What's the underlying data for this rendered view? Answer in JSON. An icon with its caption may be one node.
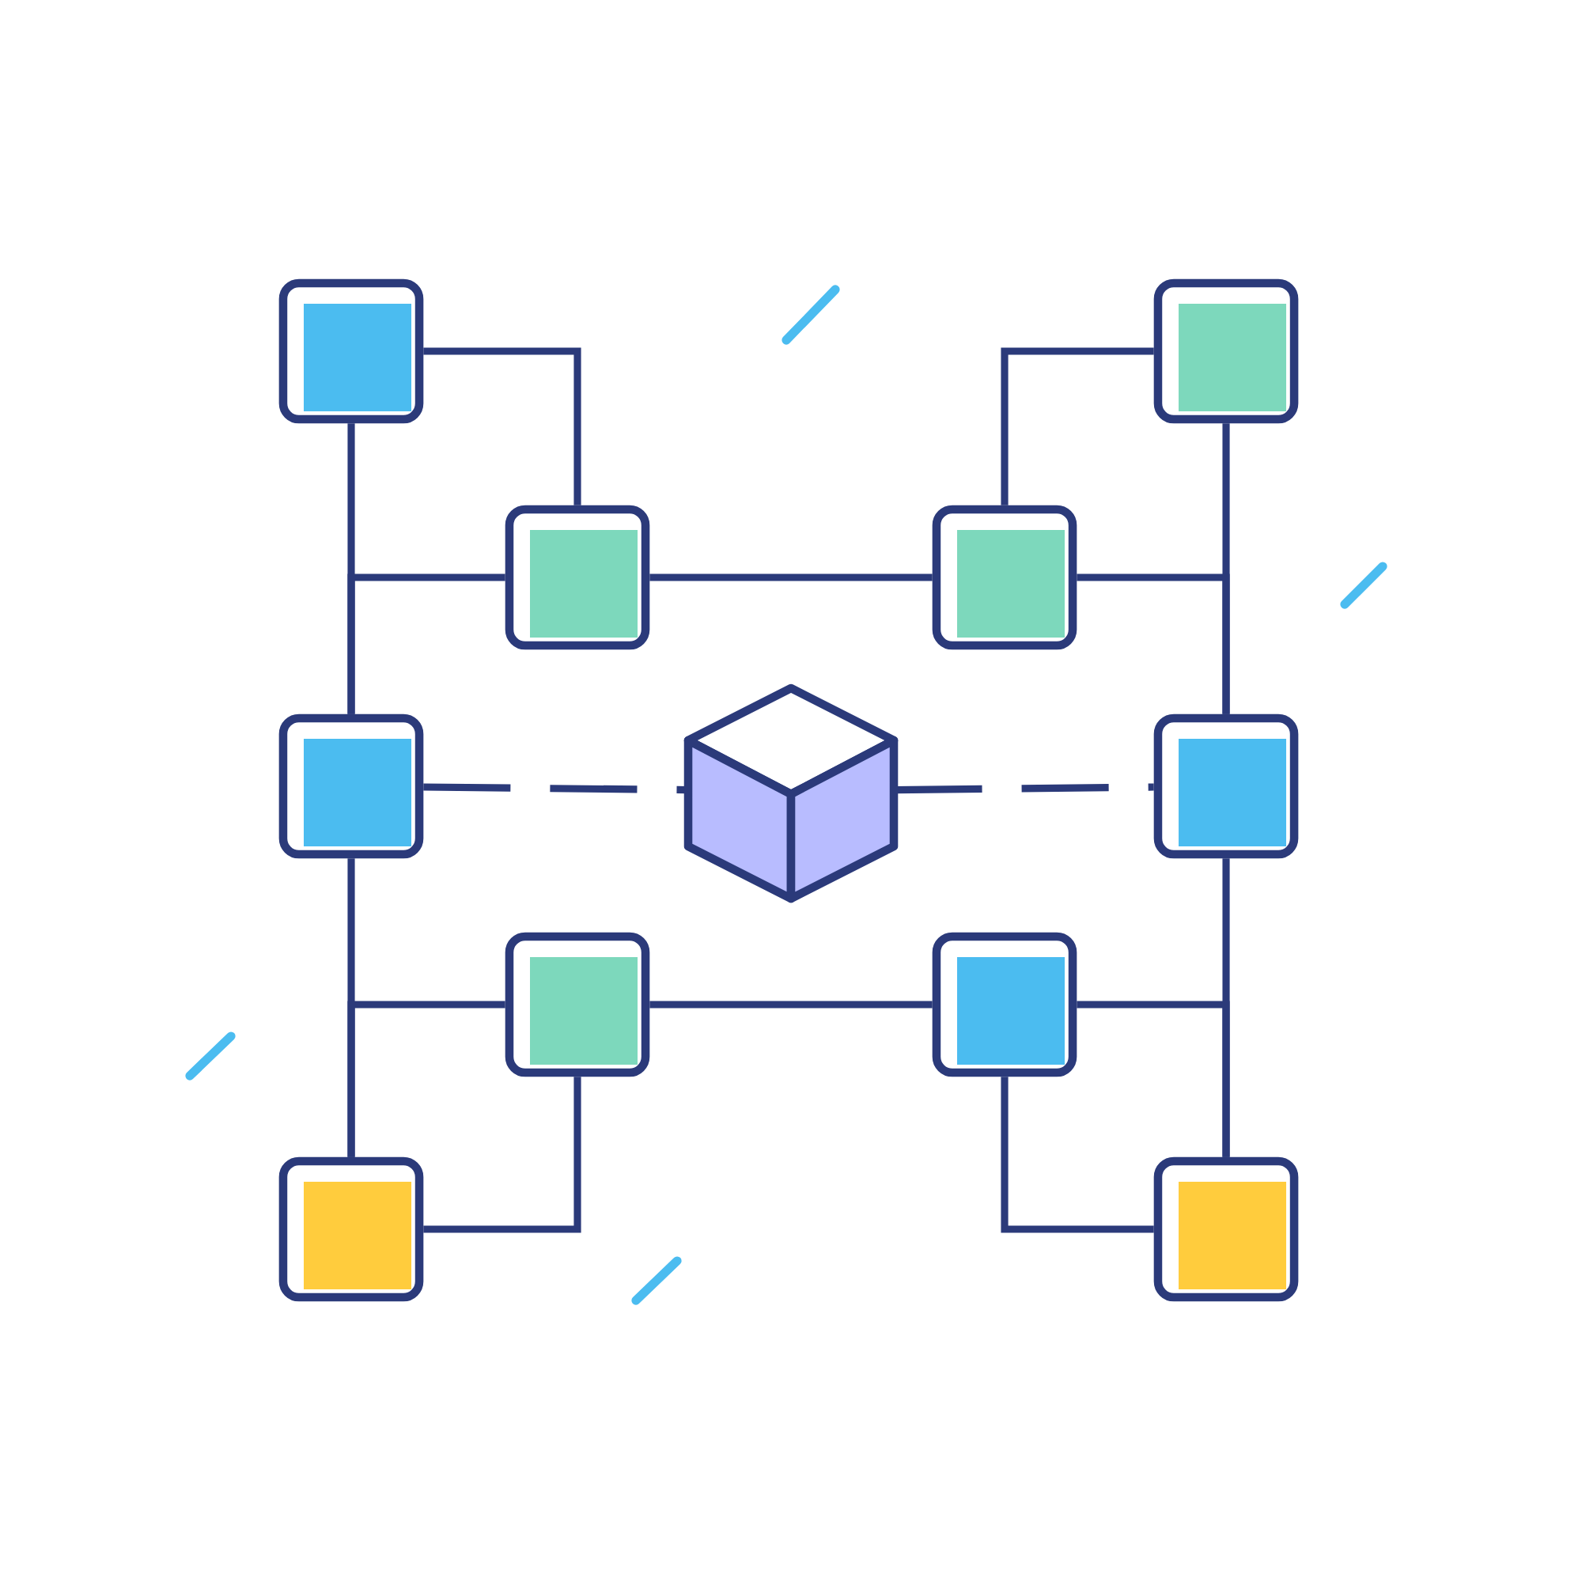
{
  "diagram": {
    "nodes": [
      {
        "text": [],
        "shape": "box"
      },
      {
        "text": [],
        "shape": "box"
      },
      {
        "text": [],
        "shape": "box"
      },
      {
        "text": [],
        "shape": "box"
      },
      {
        "text": [],
        "shape": "box"
      },
      {
        "text": [],
        "shape": "cube"
      },
      {
        "text": [],
        "shape": "box"
      },
      {
        "text": [],
        "shape": "box"
      },
      {
        "text": [],
        "shape": "box"
      },
      {
        "text": [],
        "shape": "box"
      },
      {
        "text": [],
        "shape": "box"
      }
    ],
    "edges": [
      {
        "from": 0,
        "to": 2,
        "arrow": "none"
      },
      {
        "from": 1,
        "to": 3,
        "arrow": "none"
      },
      {
        "from": 0,
        "to": 4,
        "arrow": "none"
      },
      {
        "from": 1,
        "to": 6,
        "arrow": "none"
      },
      {
        "from": 2,
        "to": 4,
        "arrow": "none"
      },
      {
        "from": 3,
        "to": 6,
        "arrow": "none"
      },
      {
        "from": 2,
        "to": 3,
        "arrow": "none"
      },
      {
        "from": 4,
        "to": 5,
        "arrow": "none",
        "style": "dashed"
      },
      {
        "from": 5,
        "to": 6,
        "arrow": "none",
        "style": "dashed"
      },
      {
        "from": 4,
        "to": 9,
        "arrow": "none"
      },
      {
        "from": 6,
        "to": 10,
        "arrow": "none"
      },
      {
        "from": 7,
        "to": 9,
        "arrow": "none"
      },
      {
        "from": 8,
        "to": 10,
        "arrow": "none"
      },
      {
        "from": 7,
        "to": 8,
        "arrow": "none"
      },
      {
        "from": 9,
        "to": 7,
        "arrow": "none"
      },
      {
        "from": 10,
        "to": 8,
        "arrow": "none"
      }
    ]
  }
}
